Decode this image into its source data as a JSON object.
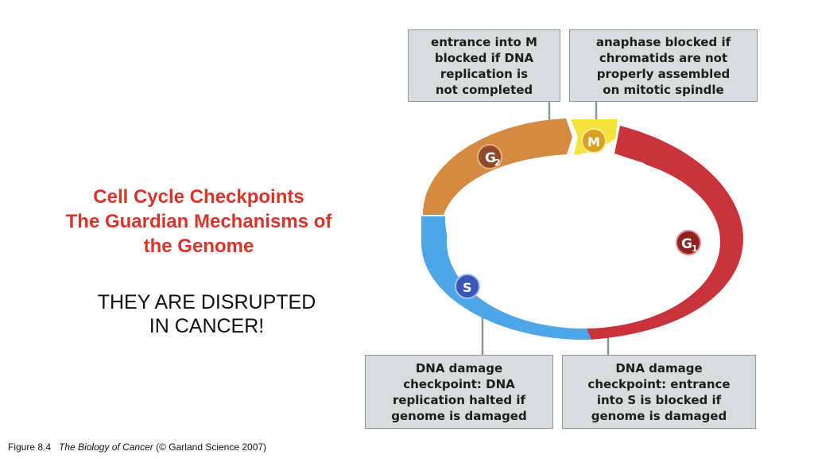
{
  "title": {
    "line1": "Cell Cycle Checkpoints",
    "line2": "The Guardian Mechanisms of",
    "line3": "the Genome"
  },
  "subtitle": {
    "line1": "THEY ARE DISRUPTED",
    "line2": "IN CANCER!"
  },
  "caption": {
    "figure": "Figure 8.4",
    "book": "The Biology of Cancer",
    "credit": "(© Garland Science 2007)"
  },
  "phases": {
    "g2": {
      "letter": "G",
      "sub": "2",
      "color": "#d48a41"
    },
    "m": {
      "letter": "M",
      "color": "#f6e23c"
    },
    "g1": {
      "letter": "G",
      "sub": "1",
      "color": "#c8333c"
    },
    "s": {
      "letter": "S",
      "color": "#4fa6e6"
    }
  },
  "checkpoints": {
    "g2_m": {
      "line1": "entrance into M",
      "line2": "blocked if DNA",
      "line3": "replication is",
      "line4": "not completed"
    },
    "anaphase": {
      "line1": "anaphase blocked if",
      "line2": "chromatids are not",
      "line3": "properly assembled",
      "line4": "on mitotic spindle"
    },
    "s_phase": {
      "line1": "DNA damage",
      "line2": "checkpoint: DNA",
      "line3": "replication halted if",
      "line4": "genome is damaged"
    },
    "g1_s": {
      "line1": "DNA damage",
      "line2": "checkpoint: entrance",
      "line3": "into S is blocked if",
      "line4": "genome is damaged"
    }
  }
}
